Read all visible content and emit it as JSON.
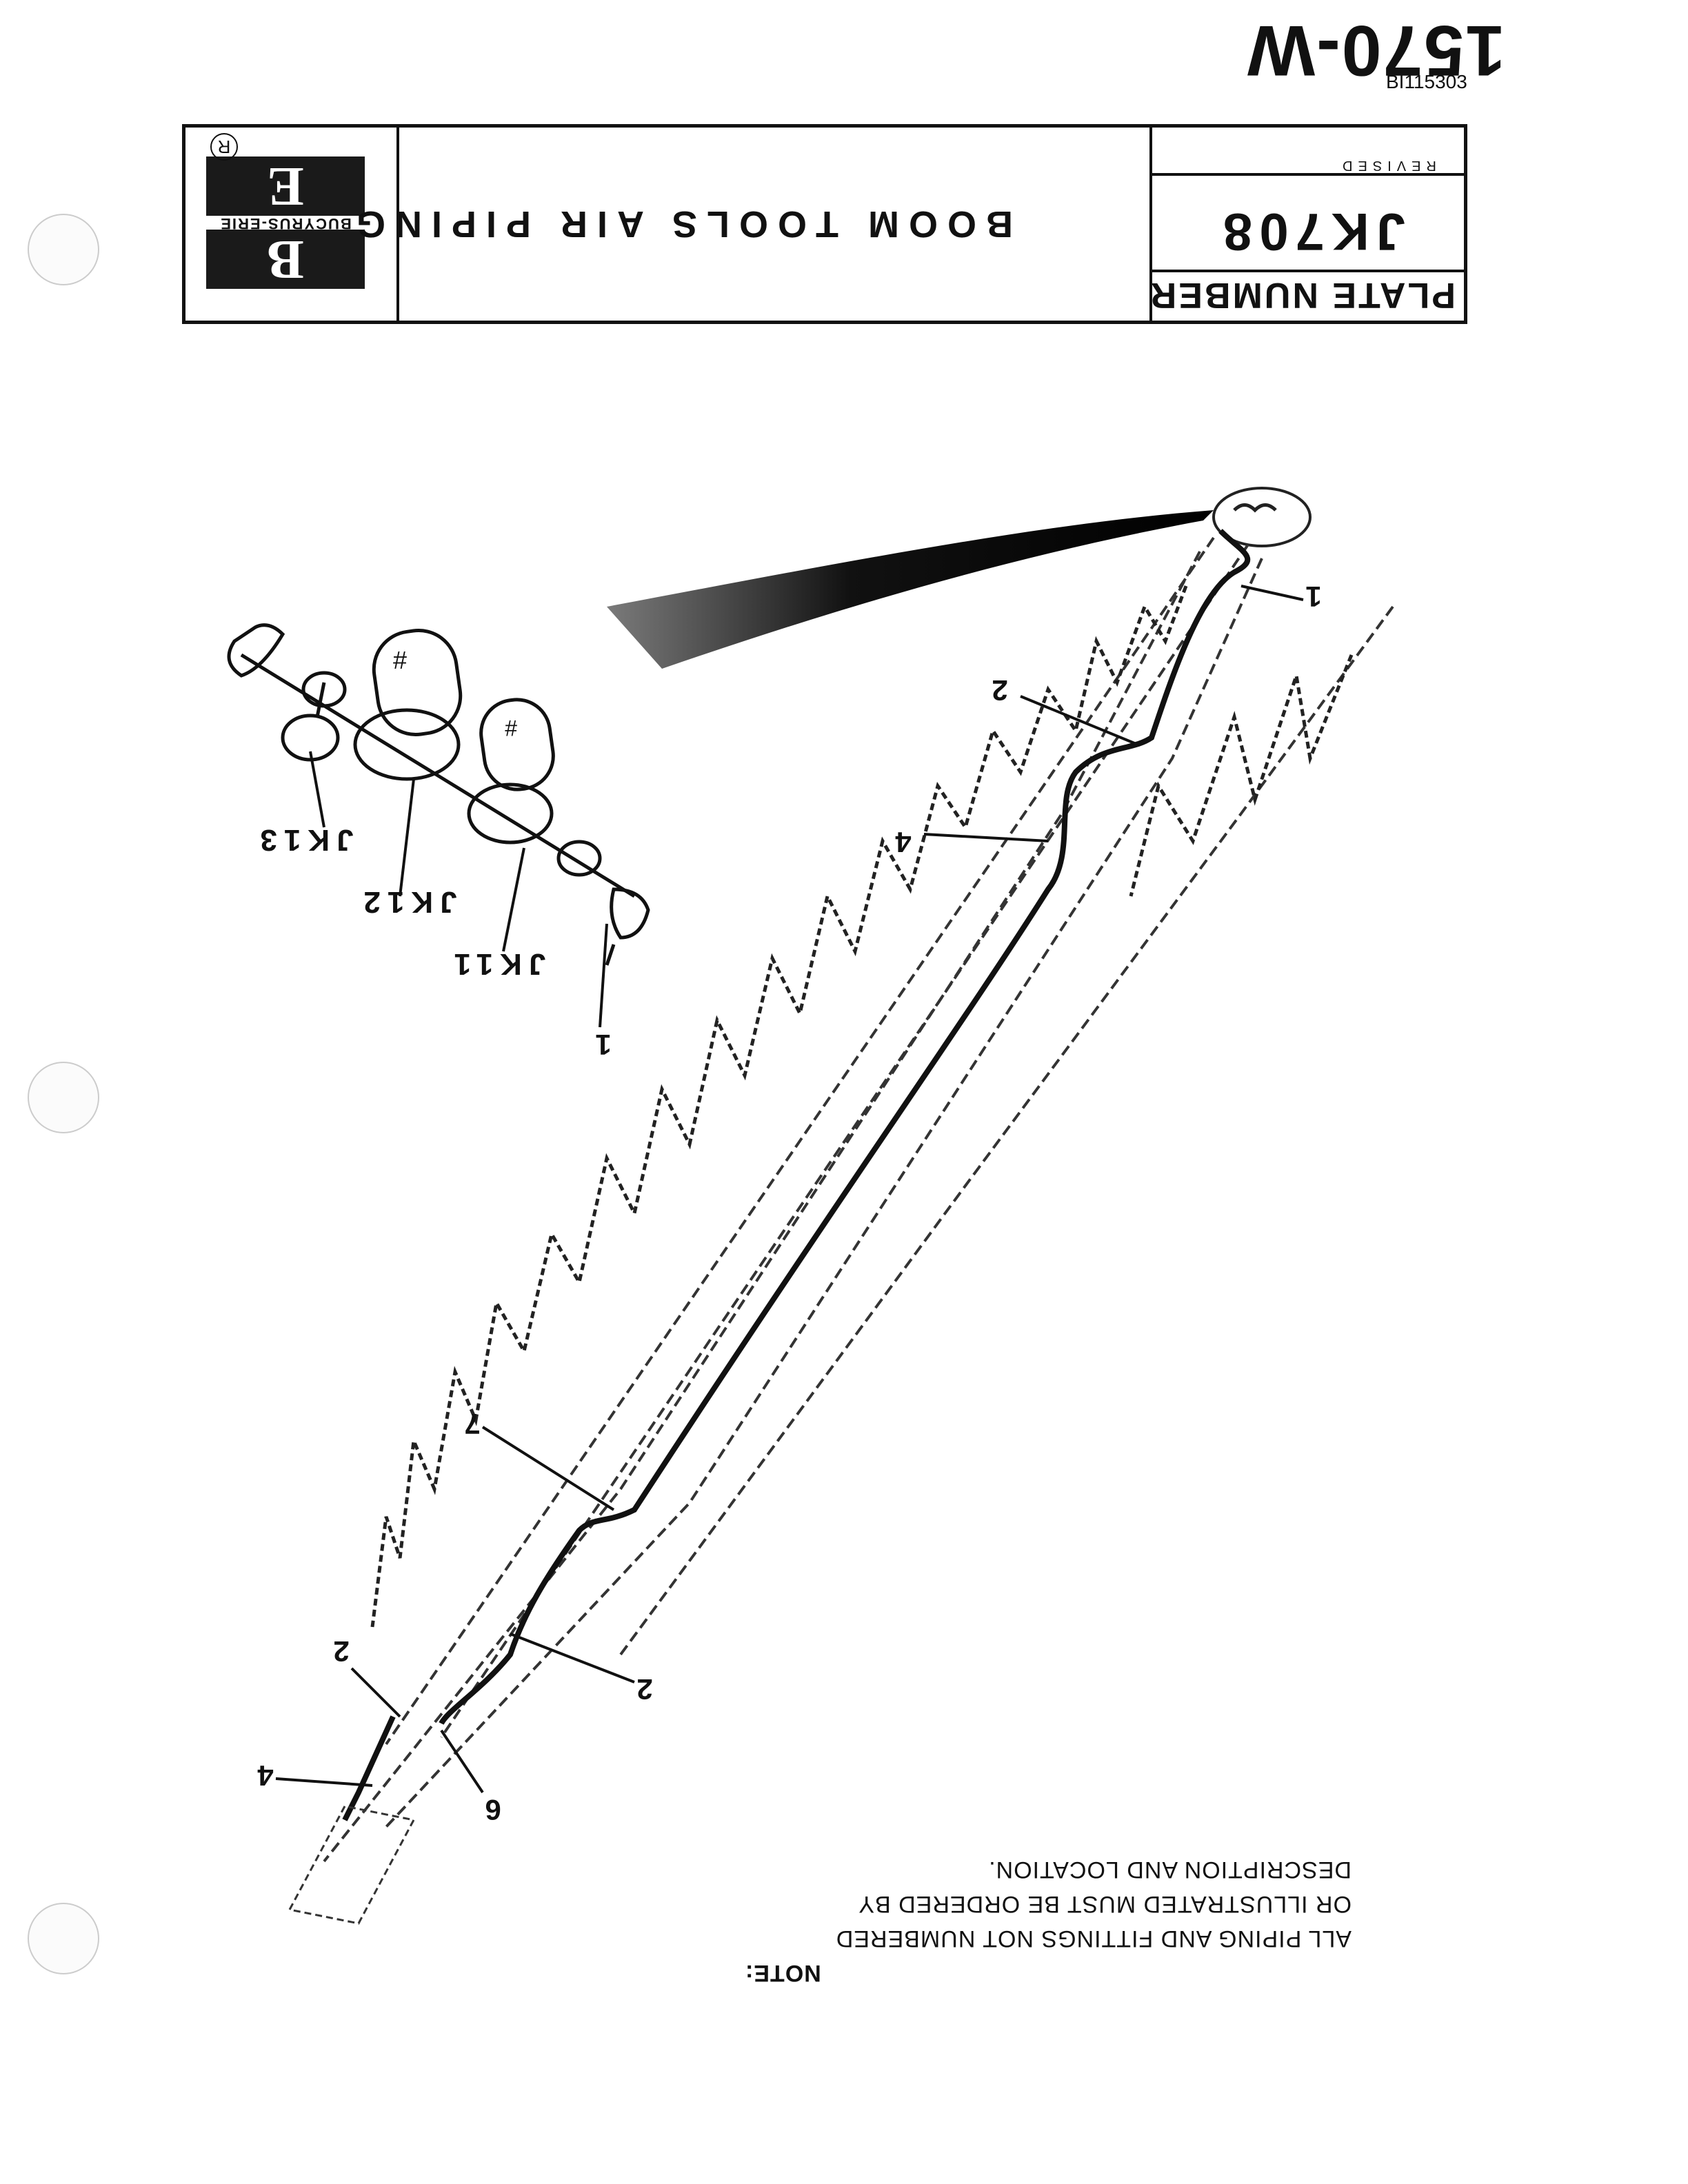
{
  "header": {
    "doc_number": "1570-W",
    "image_id": "BI115303"
  },
  "title_block": {
    "brand": "BUCYRUS-ERIE",
    "logo_letters": [
      "B",
      "E"
    ],
    "registered_mark": "R",
    "title": "BOOM TOOLS AIR PIPING",
    "plate_number_label": "PLATE NUMBER",
    "plate_number": "JK708",
    "revised_label": "REVISED"
  },
  "drawing": {
    "callouts": {
      "c1_top": "1",
      "c2_top": "2",
      "c4_mid": "4",
      "c7": "7",
      "c2_low": "2",
      "c2_bottom": "2",
      "c4_bottom": "4",
      "c6": "6",
      "c1_assembly": "1"
    },
    "parts": {
      "jk11": "JK11",
      "jk12": "JK12",
      "jk13": "JK13"
    }
  },
  "note": {
    "heading": "NOTE:",
    "lines": [
      "ALL PIPING AND FITTINGS NOT NUMBERED",
      "OR ILLUSTRATED MUST BE ORDERED BY",
      "DESCRIPTION AND LOCATION."
    ]
  }
}
